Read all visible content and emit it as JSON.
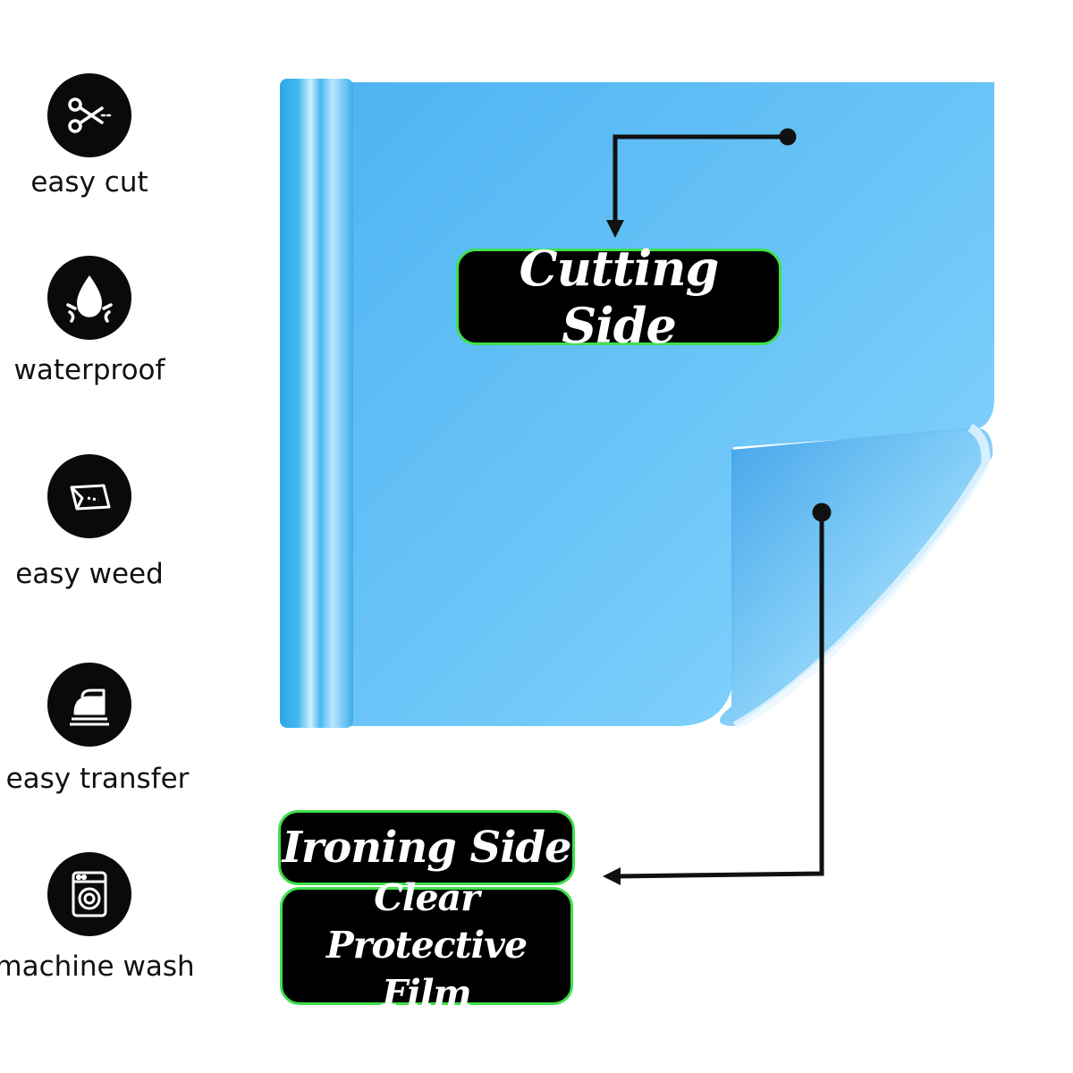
{
  "features": [
    {
      "label": "easy cut",
      "icon": "scissors-icon"
    },
    {
      "label": "waterproof",
      "icon": "water-drop-icon"
    },
    {
      "label": "easy weed",
      "icon": "weeding-sheet-icon"
    },
    {
      "label": "easy transfer",
      "icon": "iron-icon"
    },
    {
      "label": "machine wash",
      "icon": "washing-machine-icon"
    }
  ],
  "product": {
    "cutting_side": "Cutting Side",
    "ironing_side": "Ironing Side",
    "film_line1": "Clear Protective",
    "film_line2": "Film"
  },
  "colors": {
    "vinyl": "#5bbcf5",
    "vinyl_light": "#8fd3ff",
    "tag_border": "#3ee04a",
    "icon_bg": "#0a0a0a"
  }
}
